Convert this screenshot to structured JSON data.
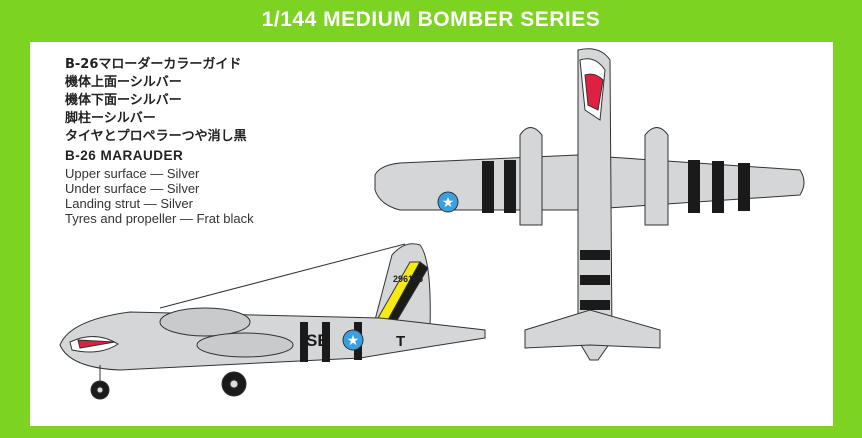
{
  "header": {
    "title": "1/144 MEDIUM BOMBER SERIES"
  },
  "guide": {
    "jp": [
      "B-26マローダーカラーガイド",
      "機体上面ーシルバー",
      "機体下面ーシルバー",
      "脚柱ーシルバー",
      "タイヤとプロペラーつや消し黒"
    ],
    "en_heading": "B-26 MARAUDER",
    "en": [
      "Upper surface — Silver",
      "Under surface — Silver",
      "Landing strut — Silver",
      "Tyres and propeller — Frat black"
    ]
  },
  "markings": {
    "tail_number": "296165",
    "code": "SB",
    "letter": "T"
  },
  "colors": {
    "background": "#7dd321",
    "silver": "#d4d6d8",
    "stripe": "#1a1a1a",
    "yellow": "#f5ea14",
    "roundel": "#3aa0e0"
  }
}
